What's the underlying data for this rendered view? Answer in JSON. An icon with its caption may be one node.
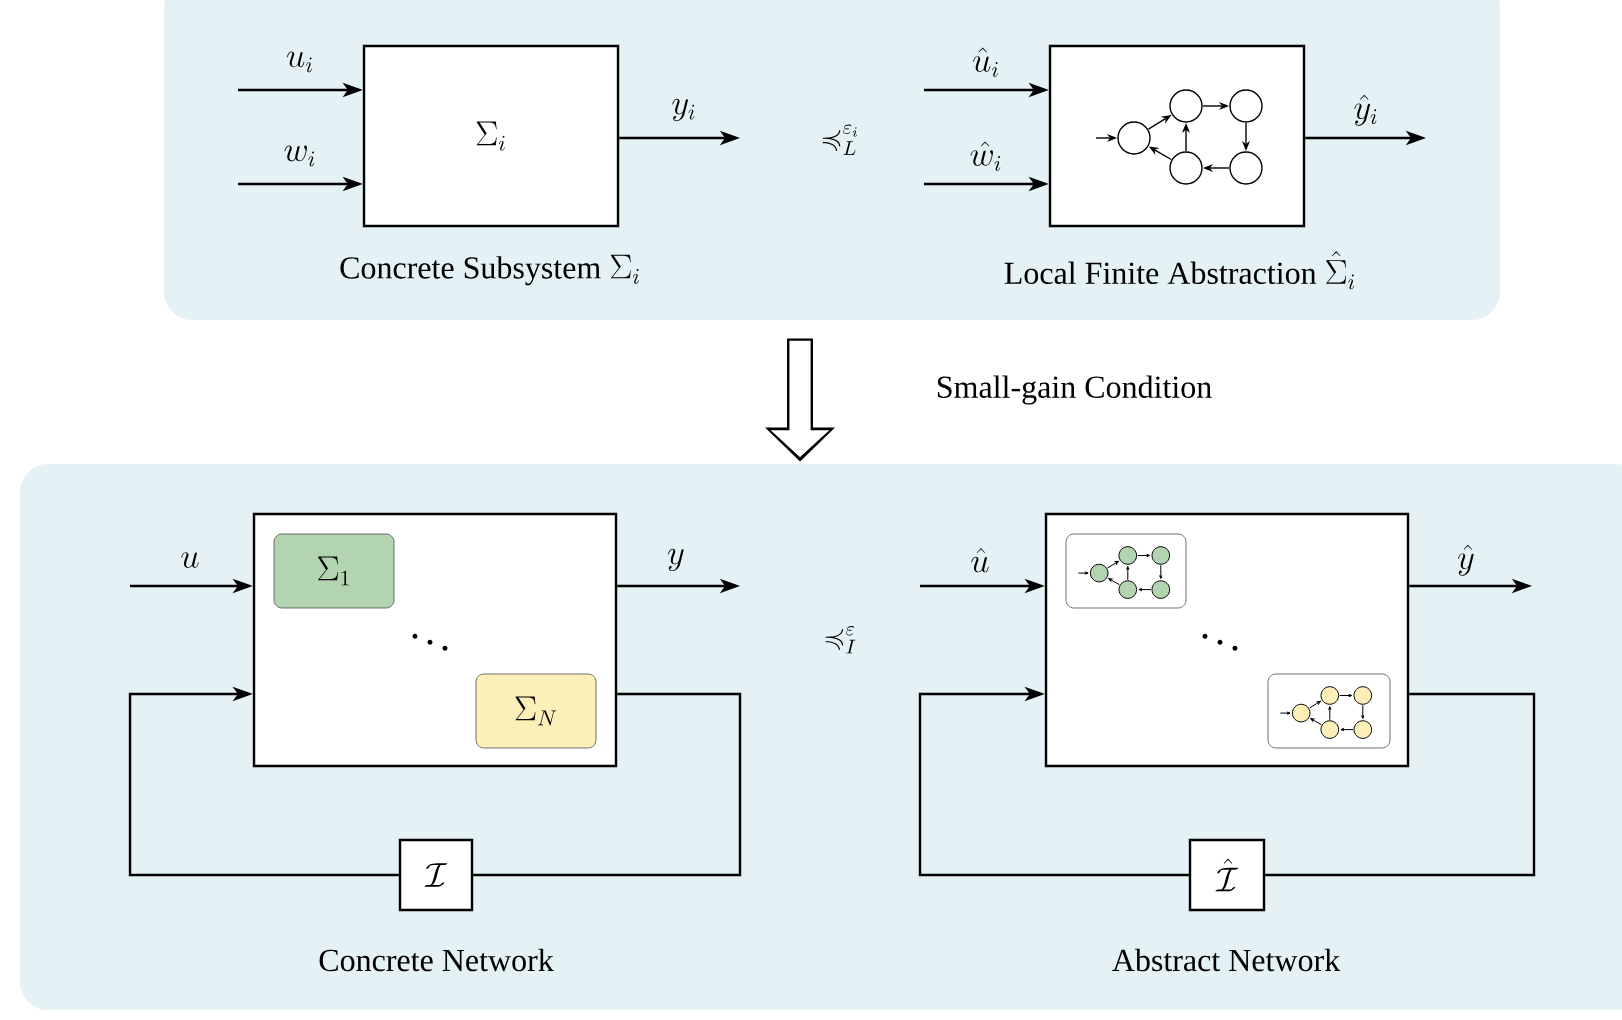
{
  "diagram": {
    "nodes": [
      {
        "text": [],
        "shape": "box"
      },
      {
        "text": [
          "\\Sigma_i"
        ],
        "beside": [
          "\\mbox{Concrete Subsystem }\\Sigma_i"
        ],
        "in": 0
      },
      {
        "text": [],
        "shape": "box",
        "beside": [
          "\\mbox{Local Finite Abstraction }\\hat{\\Sigma}_i"
        ],
        "in": 0
      },
      {
        "text": [],
        "shape": "box"
      },
      {
        "text": [],
        "shape": "box",
        "in": 3
      },
      {
        "text": [
          "\\Sigma_1"
        ],
        "in": 4
      },
      {
        "text": [
          "\\Sigma_N"
        ],
        "in": 4
      },
      {
        "text": [
          "\\mathcal{I}"
        ],
        "in": 3
      },
      {
        "text": [],
        "shape": "box",
        "in": 3
      },
      {
        "text": [],
        "shape": "box",
        "in": 8
      },
      {
        "text": [],
        "shape": "box",
        "in": 8
      },
      {
        "text": [
          "\\hat{\\mathcal{I}}"
        ],
        "in": 3
      }
    ],
    "edges": [
      {
        "from": null,
        "to": 1,
        "arrow": "to",
        "label": "u_i"
      },
      {
        "from": null,
        "to": 1,
        "arrow": "to",
        "label": "w_i"
      },
      {
        "from": 1,
        "to": null,
        "arrow": "to",
        "label": "y_i"
      },
      {
        "from": null,
        "to": 2,
        "arrow": "to",
        "label": "\\hat{u}_i"
      },
      {
        "from": null,
        "to": 2,
        "arrow": "to",
        "label": "\\hat{w}_i"
      },
      {
        "from": 2,
        "to": null,
        "arrow": "to",
        "label": "\\hat{y}_i"
      },
      {
        "from": null,
        "to": 4,
        "arrow": "to",
        "label": "u"
      },
      {
        "from": 4,
        "to": null,
        "arrow": "to",
        "label": "y"
      },
      {
        "from": 4,
        "to": 7,
        "arrow": "none"
      },
      {
        "from": 7,
        "to": 4,
        "arrow": "to"
      },
      {
        "from": null,
        "to": 8,
        "arrow": "to",
        "label": "\\hat{u}"
      },
      {
        "from": 8,
        "to": null,
        "arrow": "to",
        "label": "\\hat{y}"
      },
      {
        "from": 8,
        "to": 11,
        "arrow": "none"
      },
      {
        "from": 11,
        "to": 8,
        "arrow": "to"
      },
      {
        "from": 0,
        "to": 3,
        "arrow": "to",
        "label": "Small-gain Condition",
        "style": "thick"
      }
    ],
    "labels": [
      "\\preccurlyeq^{\\varepsilon_i}_L",
      "\\ddots",
      "\\preccurlyeq^{\\varepsilon}_I",
      "\\ddots",
      "Concrete Network",
      "Abstract Network"
    ]
  }
}
